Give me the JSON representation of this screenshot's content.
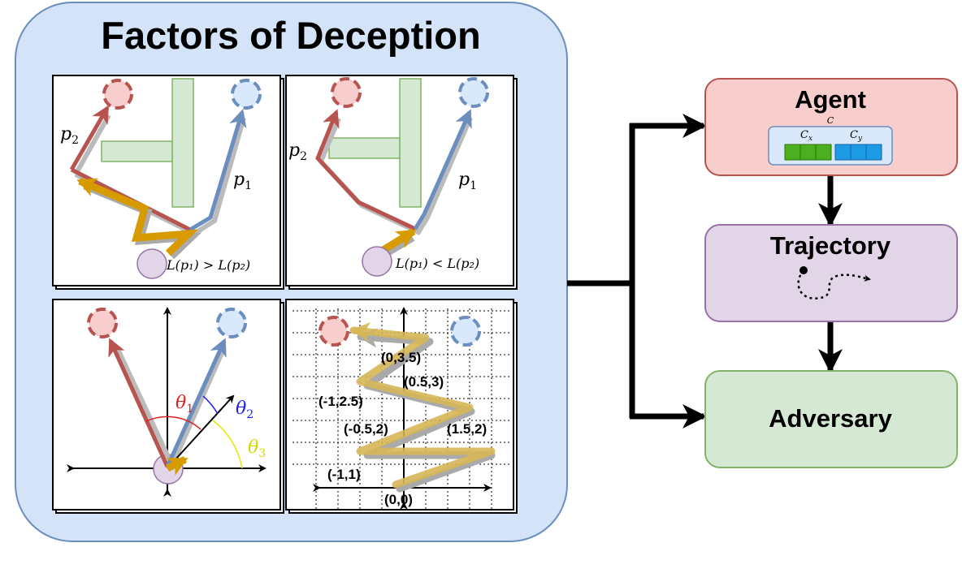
{
  "factors": {
    "title": "Factors of Deception",
    "panel1": {
      "p1": "p",
      "p1_sub": "1",
      "p2": "p",
      "p2_sub": "2",
      "cond": "L(p₁) > L(p₂)"
    },
    "panel2": {
      "p1": "p",
      "p1_sub": "1",
      "p2": "p",
      "p2_sub": "2",
      "cond": "L(p₁) < L(p₂)"
    },
    "panel3": {
      "theta1": "θ",
      "theta1_sub": "1",
      "theta1_color": "#e02020",
      "theta2": "θ",
      "theta2_sub": "2",
      "theta2_color": "#1a1aff",
      "theta3": "θ",
      "theta3_sub": "3",
      "theta3_color": "#e6e600"
    },
    "panel4": {
      "coords": [
        "(0,3.5)",
        "(0.5,3)",
        "(-1,2.5)",
        "(-0.5,2)",
        "(1.5,2)",
        "(-1,1)",
        "(0,0)"
      ]
    }
  },
  "agent": {
    "label": "Agent",
    "vector_label": "C",
    "cx_label": "C",
    "cx_sub": "x",
    "cy_label": "C",
    "cy_sub": "y",
    "cx_color": "#4caf1f",
    "cy_color": "#1e9be6"
  },
  "trajectory": {
    "label": "Trajectory"
  },
  "adversary": {
    "label": "Adversary"
  },
  "colors": {
    "factors_bg": "#d4e3f7",
    "factors_border": "#6c8ebf",
    "agent_bg": "#f8cecc",
    "agent_border": "#b85450",
    "trajectory_bg": "#e1d5e7",
    "trajectory_border": "#9673a6",
    "adversary_bg": "#d5e8d4",
    "adversary_border": "#82b366",
    "red_path": "#b85450",
    "blue_path": "#6c8ebf",
    "gold_path": "#d79b00"
  }
}
